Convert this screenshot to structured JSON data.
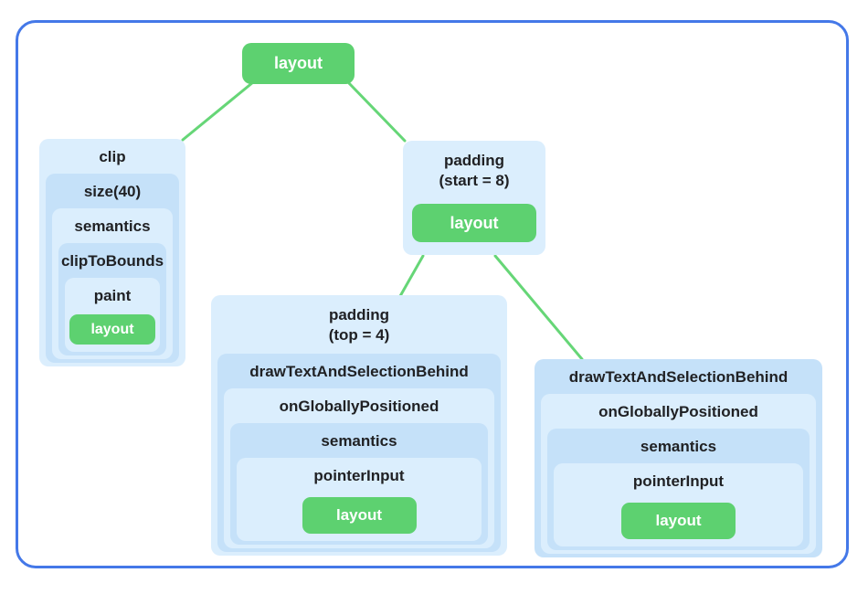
{
  "diagram": {
    "root": {
      "label": "layout"
    },
    "clip_box": {
      "levels": [
        "clip",
        "size(40)",
        "semantics",
        "clipToBounds",
        "paint"
      ],
      "leaf_label": "layout"
    },
    "padding_start_box": {
      "title_line1": "padding",
      "title_line2": "(start = 8)",
      "leaf_label": "layout"
    },
    "padding_top_box": {
      "title_line1": "padding",
      "title_line2": "(top = 4)",
      "levels": [
        "drawTextAndSelectionBehind",
        "onGloballyPositioned",
        "semantics",
        "pointerInput"
      ],
      "leaf_label": "layout"
    },
    "draw_text_box": {
      "levels": [
        "drawTextAndSelectionBehind",
        "onGloballyPositioned",
        "semantics",
        "pointerInput"
      ],
      "leaf_label": "layout"
    },
    "colors": {
      "node_green": "#5DD170",
      "line_green": "#66D677",
      "blue_light": "#DBEEFD",
      "blue_dark": "#C5E1F9",
      "border_blue": "#4478E8",
      "text_dark": "#202124"
    }
  }
}
